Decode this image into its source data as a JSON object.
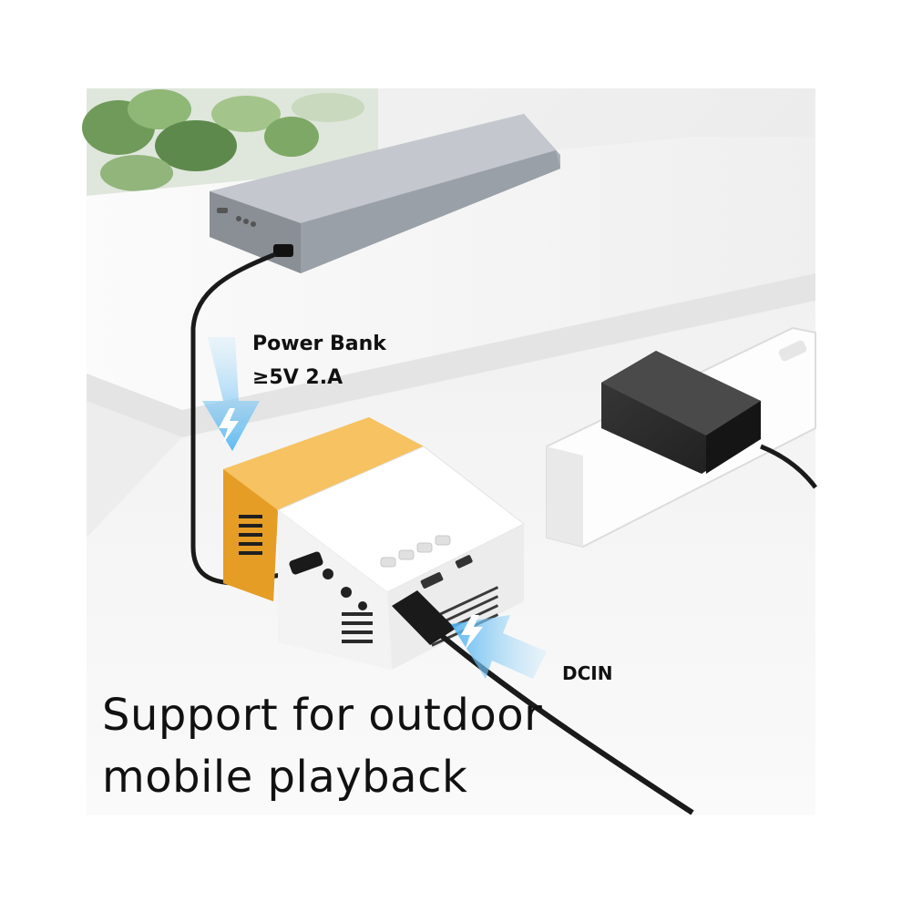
{
  "labels": {
    "power_bank_line1": "Power Bank",
    "power_bank_line2": "≥5V 2.A",
    "dcin": "DCIN"
  },
  "headline": {
    "line1": "Support for outdoor",
    "line2": "mobile playback"
  },
  "colors": {
    "arrow": "#4fb3f0",
    "projector_yellow": "#f2ae3a",
    "projector_white": "#f7f7f7",
    "power_bank": "#9ea3aa",
    "adapter": "#2b2b2b",
    "cable": "#1a1a1a"
  },
  "icons": [
    "lightning-icon",
    "lightning-icon"
  ]
}
